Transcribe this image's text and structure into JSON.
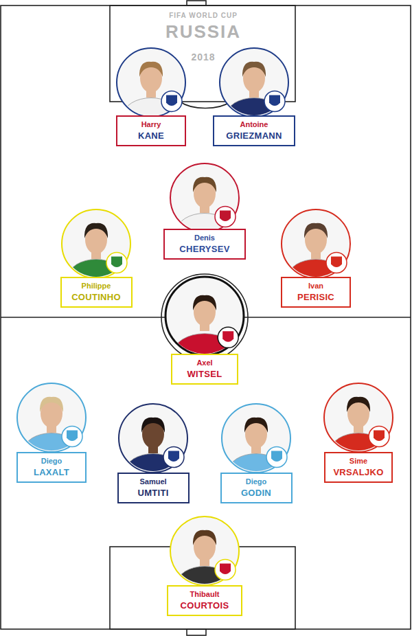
{
  "diagram": {
    "nodes": [
      {
        "text": [
          "Harry",
          "KANE"
        ]
      },
      {
        "text": [
          "Antoine",
          "GRIEZMANN"
        ]
      },
      {
        "text": [
          "Denis",
          "CHERYSEV"
        ]
      },
      {
        "text": [
          "Philippe",
          "COUTINHO"
        ]
      },
      {
        "text": [
          "Ivan",
          "PERISIC"
        ]
      },
      {
        "text": [
          "Axel",
          "WITSEL"
        ]
      },
      {
        "text": [
          "Diego",
          "LAXALT"
        ]
      },
      {
        "text": [
          "Samuel",
          "UMTITI"
        ]
      },
      {
        "text": [
          "Diego",
          "GODIN"
        ]
      },
      {
        "text": [
          "Sime",
          "VRSALJKO"
        ]
      },
      {
        "text": [
          "Thibault",
          "COURTOIS"
        ]
      }
    ],
    "labels": [
      "FIFA WORLD CUP",
      "RUSSIA",
      "2018"
    ]
  }
}
